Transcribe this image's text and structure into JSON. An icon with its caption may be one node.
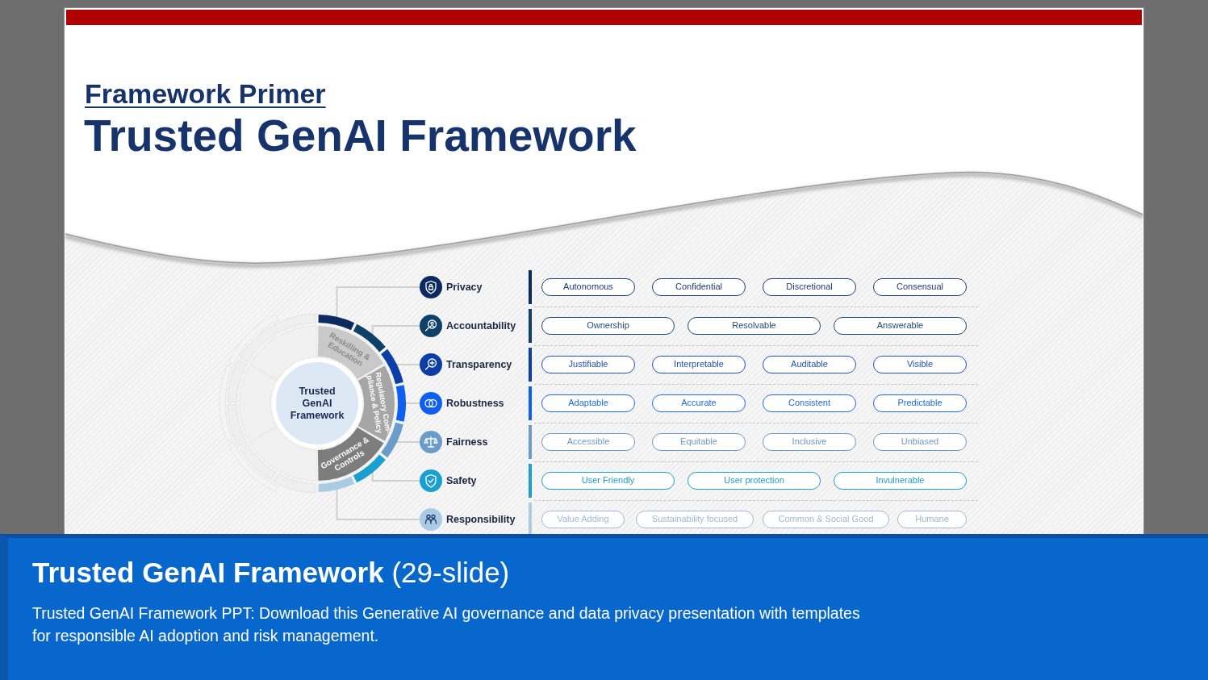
{
  "diagram": {
    "title": "Trusted GenAI Framework",
    "nodes": [
      {
        "text": [
          "Trusted GenAI Framework"
        ]
      },
      {
        "text": [
          "Reskilling & Education"
        ]
      },
      {
        "text": [
          "Regulatory Com-pliance & Policy"
        ]
      },
      {
        "text": [
          "Governance & Controls"
        ]
      },
      {
        "text": [],
        "shape": "arc"
      },
      {
        "text": [],
        "shape": "arc"
      },
      {
        "text": [],
        "shape": "arc"
      },
      {
        "text": [],
        "shape": "arc"
      },
      {
        "text": [],
        "shape": "arc"
      },
      {
        "text": [],
        "shape": "arc"
      },
      {
        "text": [],
        "shape": "arc"
      },
      {
        "text": [
          "Privacy"
        ]
      },
      {
        "text": [
          "Autonomous"
        ]
      },
      {
        "text": [
          "Confidential"
        ]
      },
      {
        "text": [
          "Discretional"
        ]
      },
      {
        "text": [
          "Consensual"
        ]
      },
      {
        "text": [
          "Accountability"
        ]
      },
      {
        "text": [
          "Ownership"
        ]
      },
      {
        "text": [
          "Resolvable"
        ]
      },
      {
        "text": [
          "Answerable"
        ]
      },
      {
        "text": [
          "Transparency"
        ]
      },
      {
        "text": [
          "Justifiable"
        ]
      },
      {
        "text": [
          "Interpretable"
        ]
      },
      {
        "text": [
          "Auditable"
        ]
      },
      {
        "text": [
          "Visible"
        ]
      },
      {
        "text": [
          "Robustness"
        ]
      },
      {
        "text": [
          "Adaptable"
        ]
      },
      {
        "text": [
          "Accurate"
        ]
      },
      {
        "text": [
          "Consistent"
        ]
      },
      {
        "text": [
          "Predictable"
        ]
      },
      {
        "text": [
          "Fairness"
        ]
      },
      {
        "text": [
          "Accessible"
        ]
      },
      {
        "text": [
          "Equitable"
        ]
      },
      {
        "text": [
          "Inclusive"
        ]
      },
      {
        "text": [
          "Unbiased"
        ]
      },
      {
        "text": [
          "Safety"
        ]
      },
      {
        "text": [
          "User Friendly"
        ]
      },
      {
        "text": [
          "User protection"
        ]
      },
      {
        "text": [
          "Invulnerable"
        ]
      },
      {
        "text": [
          "Responsibility"
        ]
      },
      {
        "text": [
          "Value Adding"
        ]
      },
      {
        "text": [
          "Sustainability focused"
        ]
      },
      {
        "text": [
          "Common & Social Good"
        ]
      },
      {
        "text": [
          "Humane"
        ]
      }
    ],
    "edges": [
      {
        "from": 4,
        "to": 11,
        "arrow": "none"
      },
      {
        "from": 5,
        "to": 16,
        "arrow": "none"
      },
      {
        "from": 6,
        "to": 20,
        "arrow": "none"
      },
      {
        "from": 7,
        "to": 25,
        "arrow": "none"
      },
      {
        "from": 8,
        "to": 30,
        "arrow": "none"
      },
      {
        "from": 9,
        "to": 35,
        "arrow": "none"
      },
      {
        "from": 10,
        "to": 39,
        "arrow": "none"
      }
    ],
    "labels": [
      "Framework Primer",
      "**Trusted GenAI Framework** (29-slide)",
      "Trusted GenAI Framework PPT: Download this Generative AI governance and data privacy presentation with templates for responsible AI adoption and risk management."
    ]
  }
}
